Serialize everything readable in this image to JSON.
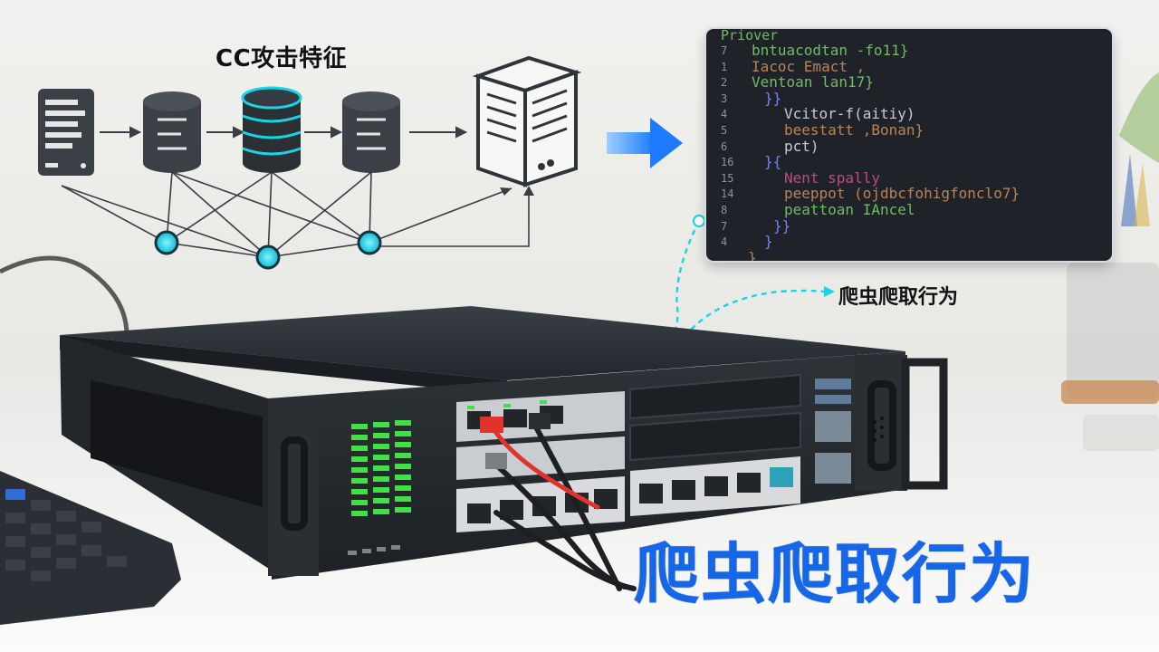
{
  "labels": {
    "cc_features": "CC攻击特征",
    "crawler_side": "爬虫爬取行为",
    "crawler_title": "爬虫爬取行为"
  },
  "code_panel": {
    "header": "Priover",
    "lines": [
      {
        "no": "7",
        "text": "bntuacodtan -fo11}",
        "color": "#76c86a"
      },
      {
        "no": "1",
        "text": "Iacoc Emact ,",
        "color": "#c98b58"
      },
      {
        "no": "2",
        "text": "Ventoan lan17}",
        "color": "#76c86a"
      },
      {
        "no": "3",
        "text": "}}    ",
        "color": "#7b8cff"
      },
      {
        "no": "4",
        "text": "Vcitor-f(aitiy)",
        "color": "#d7d9dd"
      },
      {
        "no": "5",
        "text": "beestatt ,Bonan}",
        "color": "#c98b58"
      },
      {
        "no": "6",
        "text": "pct)",
        "color": "#d7d9dd"
      },
      {
        "no": "16",
        "text": "}{",
        "color": "#7b8cff"
      },
      {
        "no": "15",
        "text": "Nent spally",
        "color": "#c94e8e"
      },
      {
        "no": "14",
        "text": "peeppot (ojdbcfohigfonclo7}",
        "color": "#c98b58"
      },
      {
        "no": "8",
        "text": "peattoan IAncel",
        "color": "#76c86a"
      },
      {
        "no": "7",
        "text": "}}",
        "color": "#7b8cff"
      },
      {
        "no": "4",
        "text": "}",
        "color": "#7b8cff"
      },
      {
        "no": "",
        "text": "}",
        "color": "#c98b58"
      }
    ]
  },
  "colors": {
    "cyan_accent": "#19d3e6",
    "title_blue": "#1666e8",
    "device_dark": "#2c3137"
  }
}
